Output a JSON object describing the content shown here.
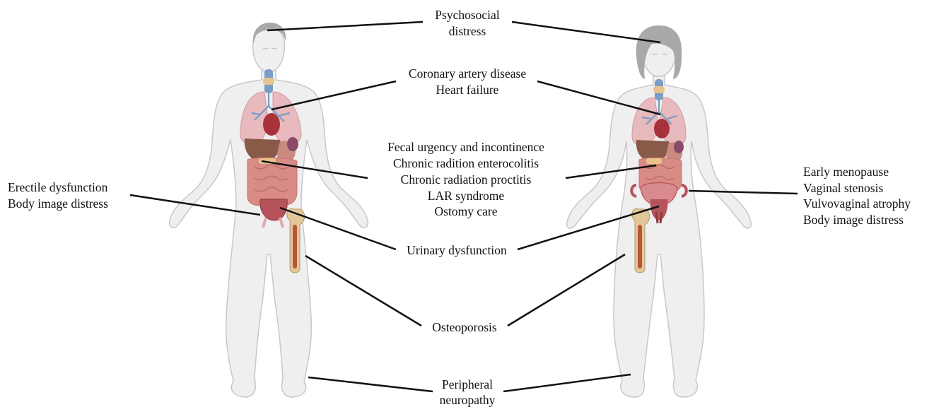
{
  "labels": {
    "psychosocial": [
      "Psychosocial",
      "distress"
    ],
    "cardiac": [
      "Coronary artery disease",
      "Heart failure"
    ],
    "bowel": [
      "Fecal urgency and incontinence",
      "Chronic radition enterocolitis",
      "Chronic radiation proctitis",
      "LAR syndrome",
      "Ostomy care"
    ],
    "male_sexual": [
      "Erectile dysfunction",
      "Body image distress"
    ],
    "female_sexual": [
      "Early menopause",
      "Vaginal stenosis",
      "Vulvovaginal atrophy",
      "Body image distress"
    ],
    "urinary": [
      "Urinary dysfunction"
    ],
    "osteoporosis": [
      "Osteoporosis"
    ],
    "neuropathy": [
      "Peripheral",
      "neuropathy"
    ]
  },
  "colors": {
    "body_fill": "#efefef",
    "body_outline": "#c8c8c8",
    "hair": "#a9a9a9",
    "lung": "#e8b9bd",
    "bronchi": "#7a9cc6",
    "heart": "#a8323a",
    "liver": "#8a5a48",
    "intestine": "#d98b86",
    "bladder": "#b5525a",
    "bone": "#e2c79a",
    "marrow": "#b8563a",
    "leader_line": "#111111"
  },
  "icons": [
    "male-body",
    "female-body",
    "lungs",
    "heart",
    "liver",
    "intestines",
    "bladder",
    "femur",
    "uterus"
  ]
}
